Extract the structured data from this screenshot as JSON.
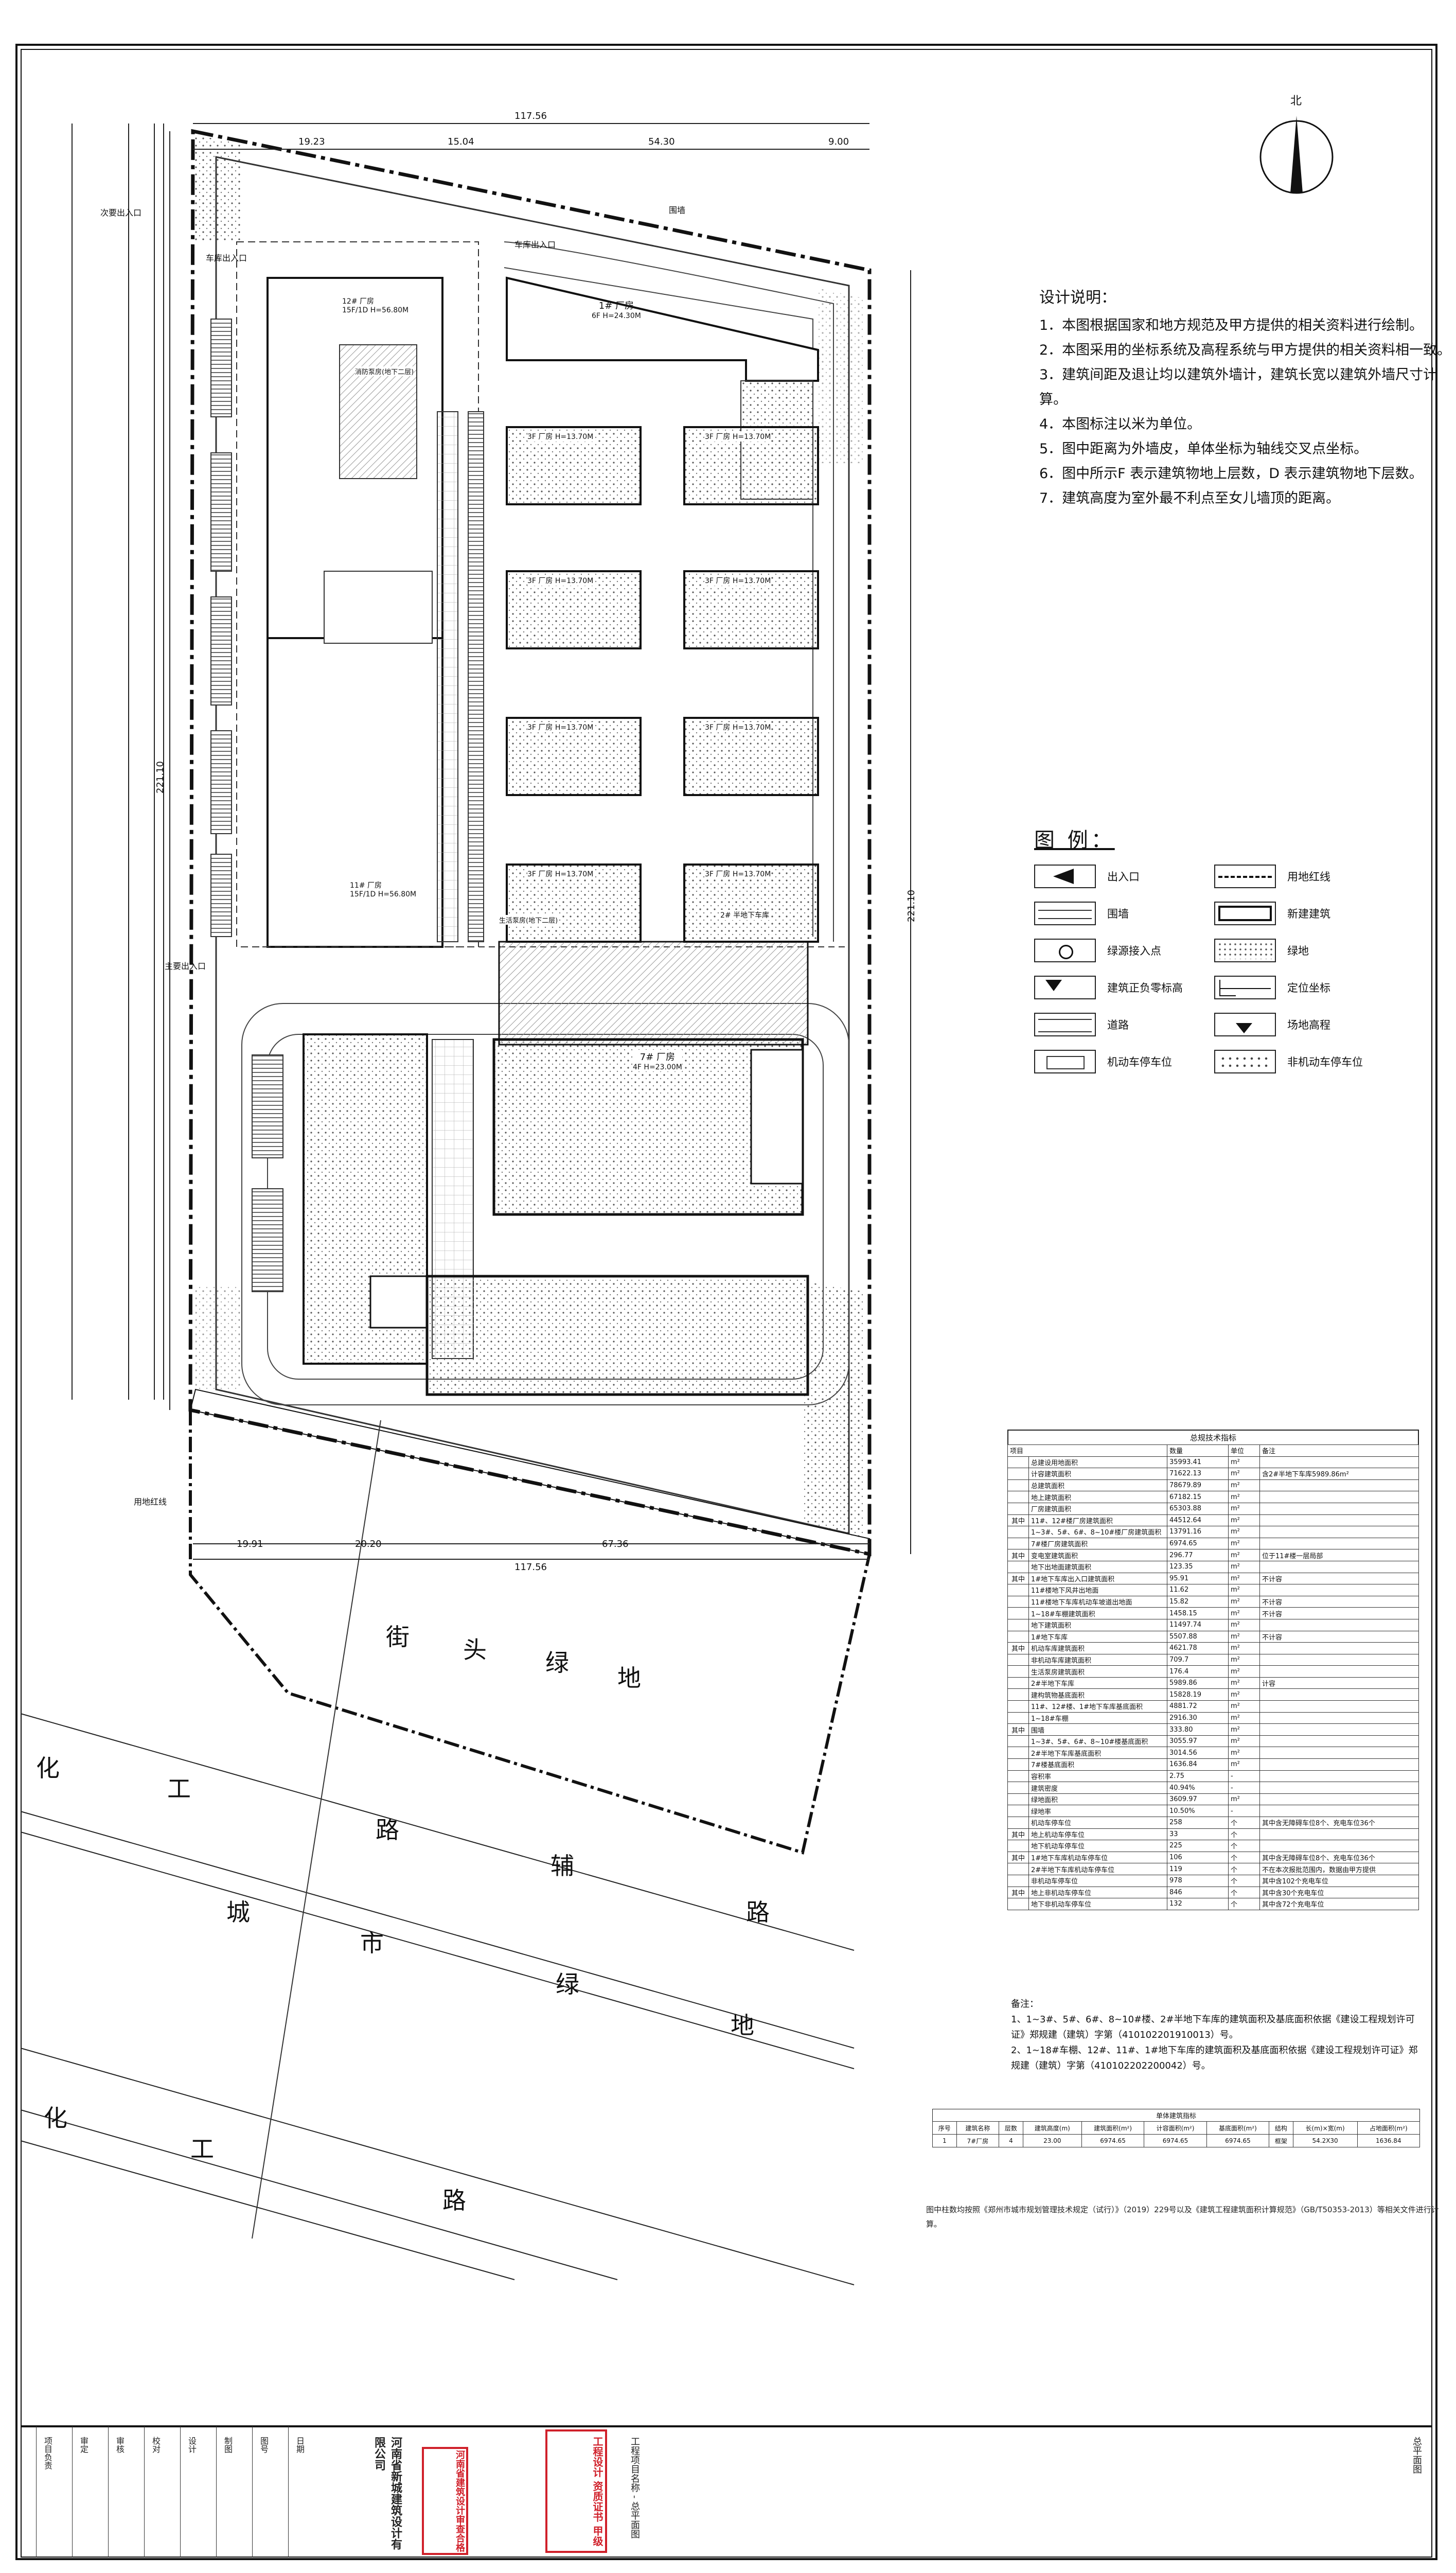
{
  "north": "北",
  "design_notes": {
    "title": "设计说明：",
    "items": [
      "1．本图根据国家和地方规范及甲方提供的相关资料进行绘制。",
      "2．本图采用的坐标系统及高程系统与甲方提供的相关资料相一致。",
      "3．建筑间距及退让均以建筑外墙计，建筑长宽以建筑外墙尺寸计算。",
      "4．本图标注以米为单位。",
      "5．图中距离为外墙皮，单体坐标为轴线交叉点坐标。",
      "6．图中所示F 表示建筑物地上层数，D 表示建筑物地下层数。",
      "7．建筑高度为室外最不利点至女儿墙顶的距离。"
    ]
  },
  "legend": {
    "title": "图 例：",
    "items": [
      {
        "label": "出入口",
        "icon": "entrance-arrow-icon"
      },
      {
        "label": "用地红线",
        "icon": "property-line-icon"
      },
      {
        "label": "围墙",
        "icon": "wall-line-icon"
      },
      {
        "label": "新建建筑",
        "icon": "new-building-icon"
      },
      {
        "label": "绿源接入点",
        "icon": "circle-point-icon"
      },
      {
        "label": "绿地",
        "icon": "green-area-icon"
      },
      {
        "label": "建筑正负零标高",
        "icon": "elevation-marker-icon"
      },
      {
        "label": "定位坐标",
        "icon": "coordinate-marker-icon"
      },
      {
        "label": "道路",
        "icon": "road-icon"
      },
      {
        "label": "场地高程",
        "icon": "site-elevation-icon"
      },
      {
        "label": "机动车停车位",
        "icon": "car-parking-icon"
      },
      {
        "label": "非机动车停车位",
        "icon": "bike-parking-icon"
      }
    ]
  },
  "stats": {
    "title": "总规技术指标",
    "headers": [
      "项目",
      "数量",
      "单位",
      "备注"
    ],
    "rows": [
      {
        "g": "",
        "name": "总建设用地面积",
        "value": "35993.41",
        "unit": "m²",
        "note": ""
      },
      {
        "g": "",
        "name": "计容建筑面积",
        "value": "71622.13",
        "unit": "m²",
        "note": "含2#半地下车库5989.86m²"
      },
      {
        "g": "",
        "name": "总建筑面积",
        "value": "78679.89",
        "unit": "m²",
        "note": ""
      },
      {
        "g": "",
        "name": "地上建筑面积",
        "value": "67182.15",
        "unit": "m²",
        "note": ""
      },
      {
        "g": "",
        "name": "厂房建筑面积",
        "value": "65303.88",
        "unit": "m²",
        "note": ""
      },
      {
        "g": "其中",
        "name": "11#、12#楼厂房建筑面积",
        "value": "44512.64",
        "unit": "m²",
        "note": ""
      },
      {
        "g": "",
        "name": "1~3#、5#、6#、8~10#楼厂房建筑面积",
        "value": "13791.16",
        "unit": "m²",
        "note": ""
      },
      {
        "g": "",
        "name": "7#楼厂房建筑面积",
        "value": "6974.65",
        "unit": "m²",
        "note": ""
      },
      {
        "g": "其中",
        "name": "变电室建筑面积",
        "value": "296.77",
        "unit": "m²",
        "note": "位于11#楼一层局部"
      },
      {
        "g": "",
        "name": "地下出地面建筑面积",
        "value": "123.35",
        "unit": "m²",
        "note": ""
      },
      {
        "g": "其中",
        "name": "1#地下车库出入口建筑面积",
        "value": "95.91",
        "unit": "m²",
        "note": "不计容"
      },
      {
        "g": "",
        "name": "11#楼地下风井出地面",
        "value": "11.62",
        "unit": "m²",
        "note": ""
      },
      {
        "g": "",
        "name": "11#楼地下车库机动车坡道出地面",
        "value": "15.82",
        "unit": "m²",
        "note": "不计容"
      },
      {
        "g": "",
        "name": "1~18#车棚建筑面积",
        "value": "1458.15",
        "unit": "m²",
        "note": "不计容"
      },
      {
        "g": "",
        "name": "地下建筑面积",
        "value": "11497.74",
        "unit": "m²",
        "note": ""
      },
      {
        "g": "",
        "name": "1#地下车库",
        "value": "5507.88",
        "unit": "m²",
        "note": "不计容"
      },
      {
        "g": "其中",
        "name": "机动车库建筑面积",
        "value": "4621.78",
        "unit": "m²",
        "note": ""
      },
      {
        "g": "",
        "name": "非机动车库建筑面积",
        "value": "709.7",
        "unit": "m²",
        "note": ""
      },
      {
        "g": "",
        "name": "生活泵房建筑面积",
        "value": "176.4",
        "unit": "m²",
        "note": ""
      },
      {
        "g": "",
        "name": "2#半地下车库",
        "value": "5989.86",
        "unit": "m²",
        "note": "计容"
      },
      {
        "g": "",
        "name": "建构筑物基底面积",
        "value": "15828.19",
        "unit": "m²",
        "note": ""
      },
      {
        "g": "",
        "name": "11#、12#楼、1#地下车库基底面积",
        "value": "4881.72",
        "unit": "m²",
        "note": ""
      },
      {
        "g": "",
        "name": "1~18#车棚",
        "value": "2916.30",
        "unit": "m²",
        "note": ""
      },
      {
        "g": "其中",
        "name": "围墙",
        "value": "333.80",
        "unit": "m²",
        "note": ""
      },
      {
        "g": "",
        "name": "1~3#、5#、6#、8~10#楼基底面积",
        "value": "3055.97",
        "unit": "m²",
        "note": ""
      },
      {
        "g": "",
        "name": "2#半地下车库基底面积",
        "value": "3014.56",
        "unit": "m²",
        "note": ""
      },
      {
        "g": "",
        "name": "7#楼基底面积",
        "value": "1636.84",
        "unit": "m²",
        "note": ""
      },
      {
        "g": "",
        "name": "容积率",
        "value": "2.75",
        "unit": "-",
        "note": ""
      },
      {
        "g": "",
        "name": "建筑密度",
        "value": "40.94%",
        "unit": "-",
        "note": ""
      },
      {
        "g": "",
        "name": "绿地面积",
        "value": "3609.97",
        "unit": "m²",
        "note": ""
      },
      {
        "g": "",
        "name": "绿地率",
        "value": "10.50%",
        "unit": "-",
        "note": ""
      },
      {
        "g": "",
        "name": "机动车停车位",
        "value": "258",
        "unit": "个",
        "note": "其中含无障碍车位8个、充电车位36个"
      },
      {
        "g": "其中",
        "name": "地上机动车停车位",
        "value": "33",
        "unit": "个",
        "note": ""
      },
      {
        "g": "",
        "name": "地下机动车停车位",
        "value": "225",
        "unit": "个",
        "note": ""
      },
      {
        "g": "其中",
        "name": "1#地下车库机动车停车位",
        "value": "106",
        "unit": "个",
        "note": "其中含无障碍车位8个、充电车位36个"
      },
      {
        "g": "",
        "name": "2#半地下车库机动车停车位",
        "value": "119",
        "unit": "个",
        "note": "不在本次报批范围内，数据由甲方提供"
      },
      {
        "g": "",
        "name": "非机动车停车位",
        "value": "978",
        "unit": "个",
        "note": "其中含102个充电车位"
      },
      {
        "g": "其中",
        "name": "地上非机动车停车位",
        "value": "846",
        "unit": "个",
        "note": "其中含30个充电车位"
      },
      {
        "g": "",
        "name": "地下非机动车停车位",
        "value": "132",
        "unit": "个",
        "note": "其中含72个充电车位"
      }
    ]
  },
  "footnotes": {
    "title": "备注：",
    "items": [
      "1、1~3#、5#、6#、8~10#楼、2#半地下车库的建筑面积及基底面积依据《建设工程规划许可证》郑规建（建筑）字第（410102201910013）号。",
      "2、1~18#车棚、12#、11#、1#地下车库的建筑面积及基底面积依据《建设工程规划许可证》郑规建（建筑）字第（410102202200042）号。"
    ]
  },
  "single_table": {
    "title": "单体建筑指标",
    "headers": [
      "序号",
      "建筑名称",
      "层数",
      "建筑高度(m)",
      "建筑面积(m²)",
      "计容面积(m²)",
      "基底面积(m²)",
      "结构",
      "长(m)×宽(m)",
      "占地面积(m²)"
    ],
    "row": [
      "1",
      "7#厂房",
      "4",
      "23.00",
      "6974.65",
      "6974.65",
      "6974.65",
      "框架",
      "54.2X30",
      "1636.84"
    ]
  },
  "ref_note": "图中柱数均按照《郑州市城市规划管理技术规定（试行）》（2019）229号以及《建筑工程建筑面积计算规范》（GB/T50353-2013）等相关文件进行计算。",
  "site": {
    "gate_labels": [
      "次要出入口",
      "车库出入口",
      "车库出入口",
      "主要出入口"
    ],
    "buildings": [
      {
        "label": "1# 厂房",
        "sub": "6F H=24.30M"
      },
      {
        "label": "12# 厂房",
        "sub": "15F/1D H=56.80M"
      },
      {
        "label": "11# 厂房",
        "sub": "15F/1D H=56.80M"
      },
      {
        "label": "7# 厂房",
        "sub": "4F H=23.00M"
      },
      {
        "label": "2# 半地下车库",
        "sub": ""
      },
      {
        "label": "消防泵房(地下二层)",
        "sub": ""
      },
      {
        "label": "生活泵房(地下二层)",
        "sub": ""
      }
    ],
    "small_buildings": [
      "3F 厂房 H=13.70M",
      "3F 厂房 H=13.70M",
      "3F 厂房 H=13.70M",
      "3F 厂房 H=13.70M",
      "3F 厂房 H=13.70M",
      "3F 厂房 H=13.70M",
      "3F 厂房 H=13.70M",
      "3F 厂房 H=13.70M"
    ],
    "wall_label": "围墙",
    "dims_top": [
      "19.23",
      "15.04",
      "54.30",
      "9.00",
      "117.56"
    ],
    "dims_bottom": [
      "19.91",
      "20.20",
      "67.36",
      "117.56"
    ],
    "dim_left": "221.10",
    "dim_right": "221.10",
    "red_line_label": "用地红线",
    "road_labels": {
      "green1": [
        "街",
        "头",
        "绿",
        "地"
      ],
      "road1": [
        "化",
        "工",
        "路",
        "辅",
        "路"
      ],
      "green2": [
        "城",
        "市",
        "绿",
        "地"
      ],
      "road2": [
        "化",
        "工",
        "路"
      ]
    }
  },
  "title_block": {
    "company": "河南省新城建筑设计有限公司",
    "project": "工程项目名称 - 总平面图",
    "stamp1": "工程设计 资质证书 甲级",
    "stamp2": "河南省建筑设计审查合格",
    "drawing": "总平面图",
    "labels": [
      "项目负责",
      "审定",
      "审核",
      "校对",
      "设计",
      "制图",
      "图号",
      "日期"
    ]
  },
  "colors": {
    "ink": "#111111",
    "red": "#d0202a",
    "hatch": "#9a9a9a"
  }
}
